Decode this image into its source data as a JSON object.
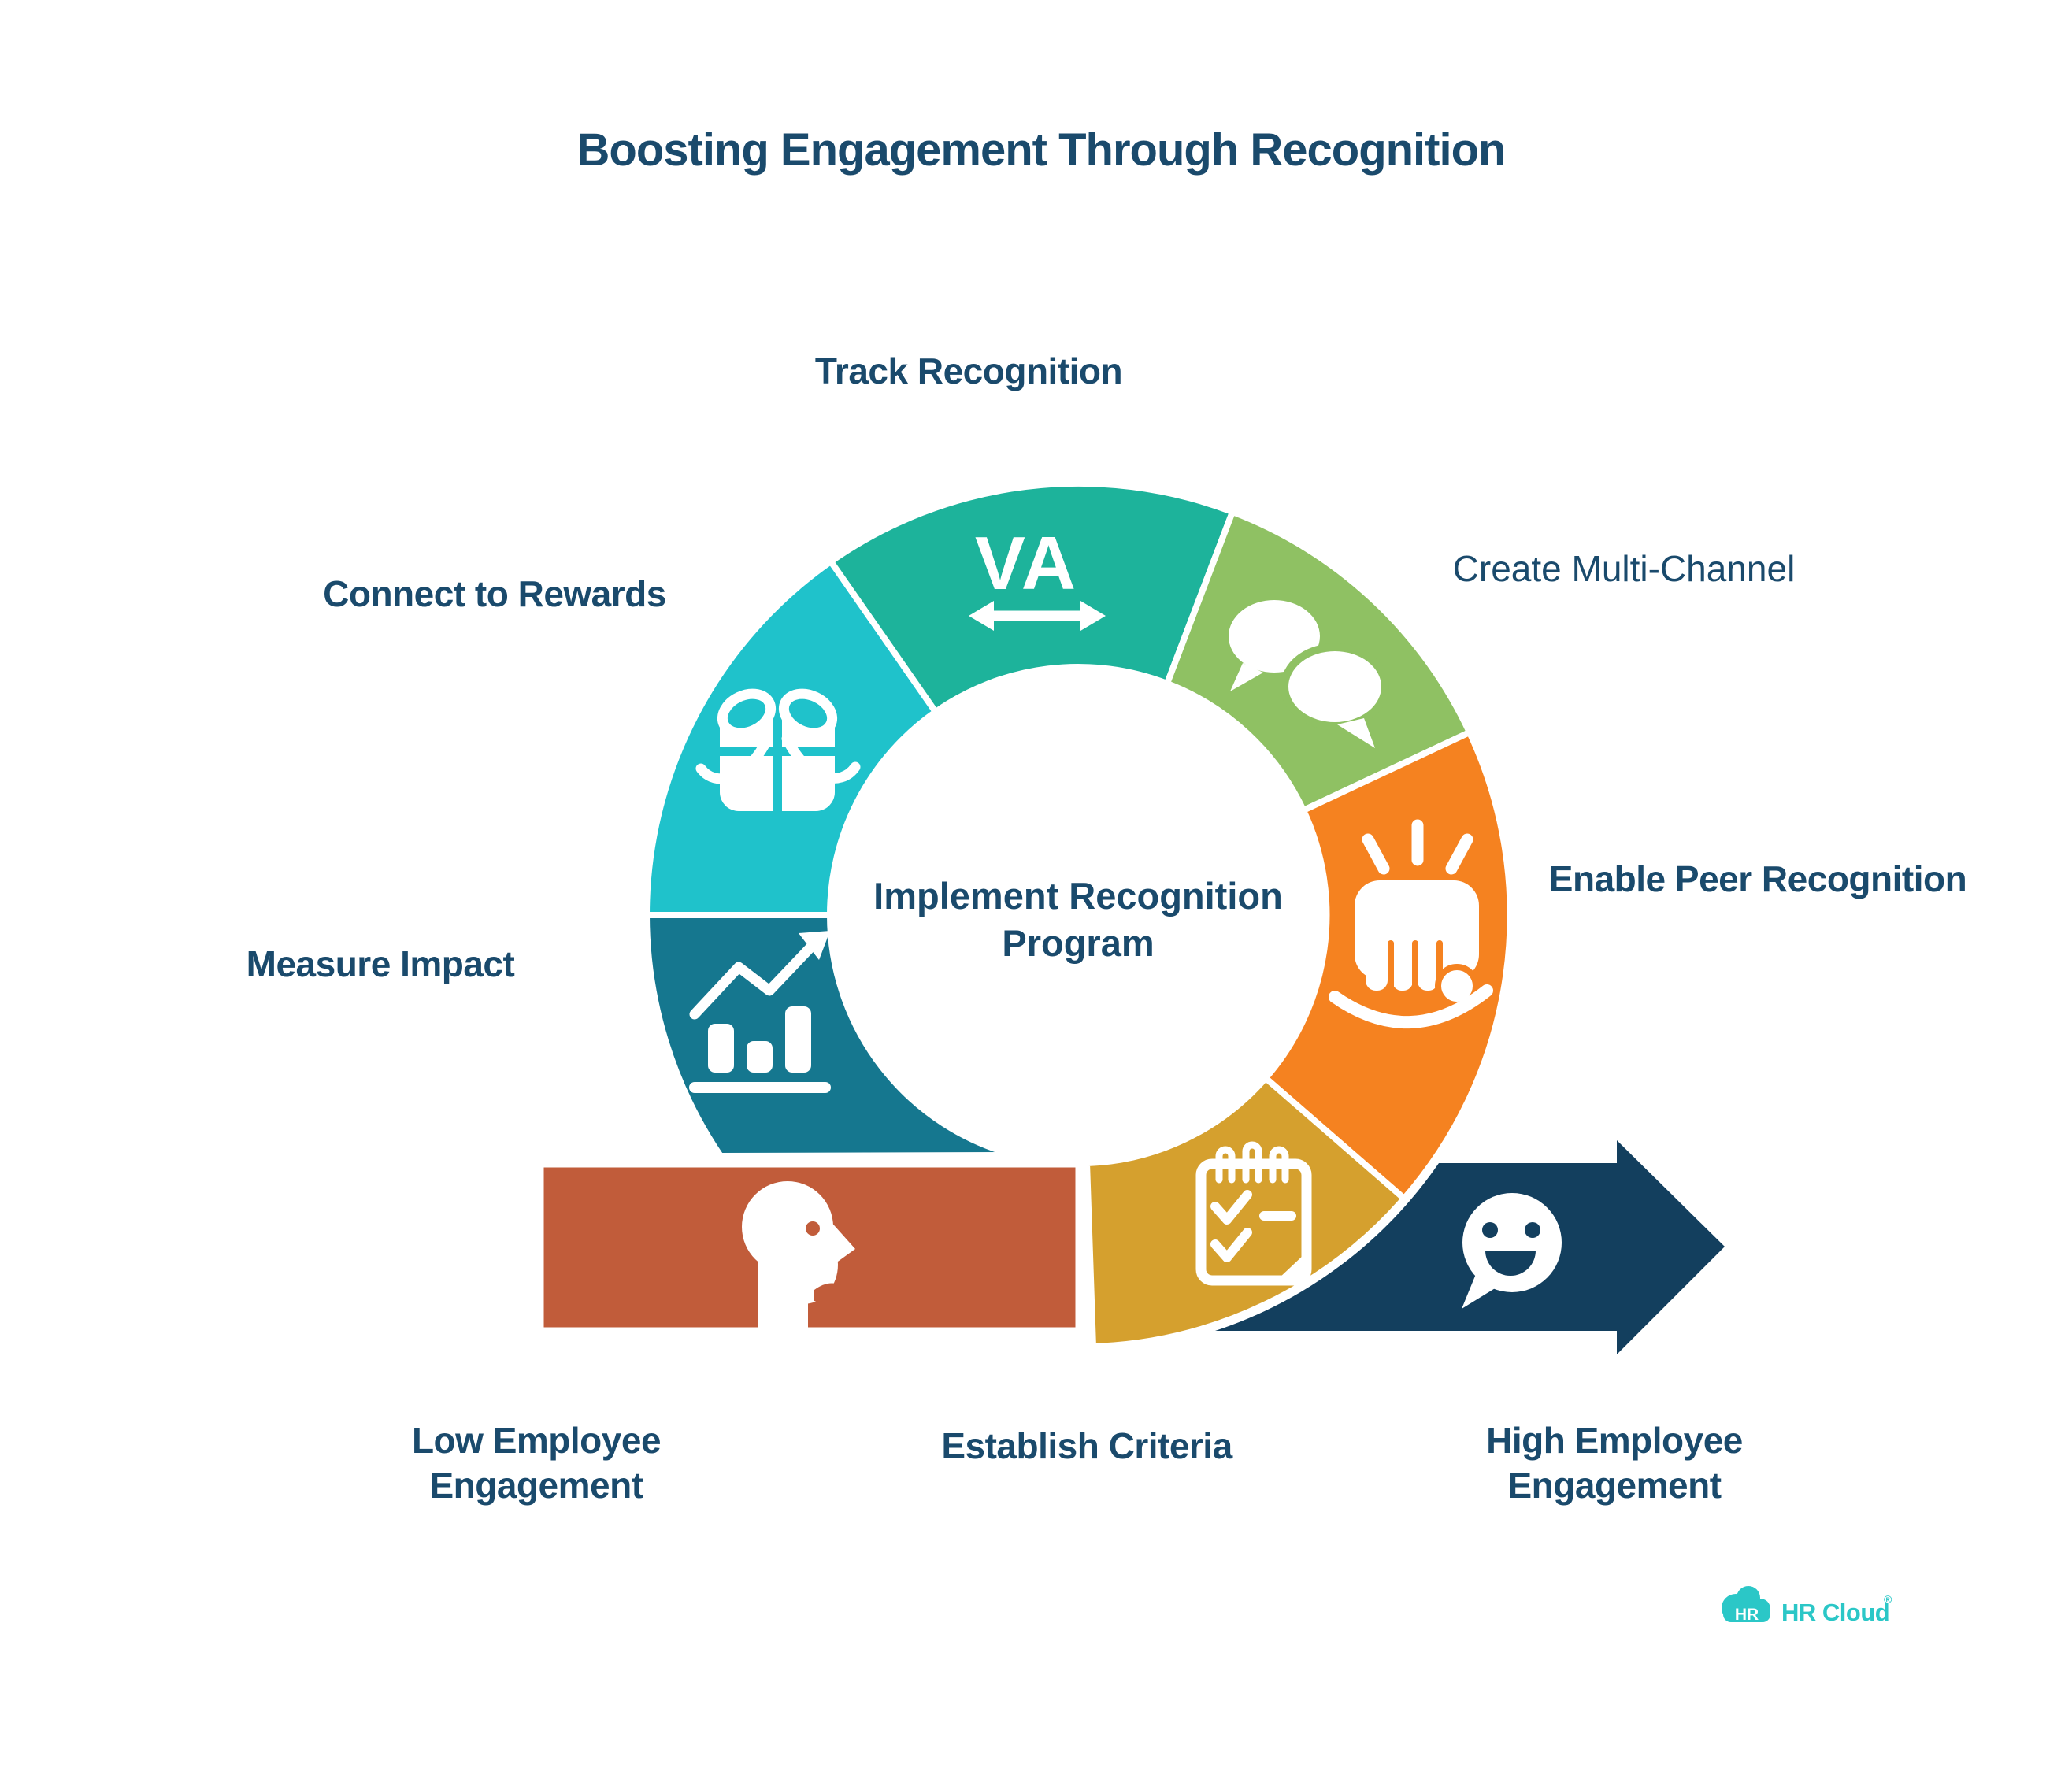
{
  "title": "Boosting Engagement Through Recognition",
  "center": {
    "line1": "Implement Recognition",
    "line2": "Program"
  },
  "steps": {
    "track": {
      "label": "Track Recognition",
      "icon": "letter-tracking-icon",
      "glyph": "VA"
    },
    "multi_channel": {
      "label": "Create Multi-Channel",
      "icon": "speech-bubbles-icon"
    },
    "peer": {
      "label": "Enable Peer Recognition",
      "icon": "fist-bump-icon"
    },
    "criteria": {
      "label": "Establish Criteria",
      "icon": "checklist-icon"
    },
    "measure": {
      "label": "Measure Impact",
      "icon": "bar-chart-icon"
    },
    "rewards": {
      "label": "Connect to Rewards",
      "icon": "gift-icon"
    }
  },
  "flow": {
    "low": {
      "line1": "Low Employee",
      "line2": "Engagement",
      "icon": "sad-profile-icon"
    },
    "high": {
      "line1": "High Employee",
      "line2": "Engagement",
      "icon": "happy-chat-bubble-icon"
    }
  },
  "branding": {
    "badge": "HR",
    "name": "HR Cloud",
    "mark": "®",
    "icon": "cloud-icon"
  },
  "colors": {
    "track": "#1db39b",
    "multi_channel": "#8fc163",
    "peer": "#f58220",
    "criteria": "#d5a02e",
    "measure": "#15778f",
    "rewards": "#1fc2cb",
    "low": "#c15c3a",
    "high": "#133f5e",
    "text": "#1a4a6c",
    "brand": "#2bc7c7",
    "background": "#ffffff"
  }
}
